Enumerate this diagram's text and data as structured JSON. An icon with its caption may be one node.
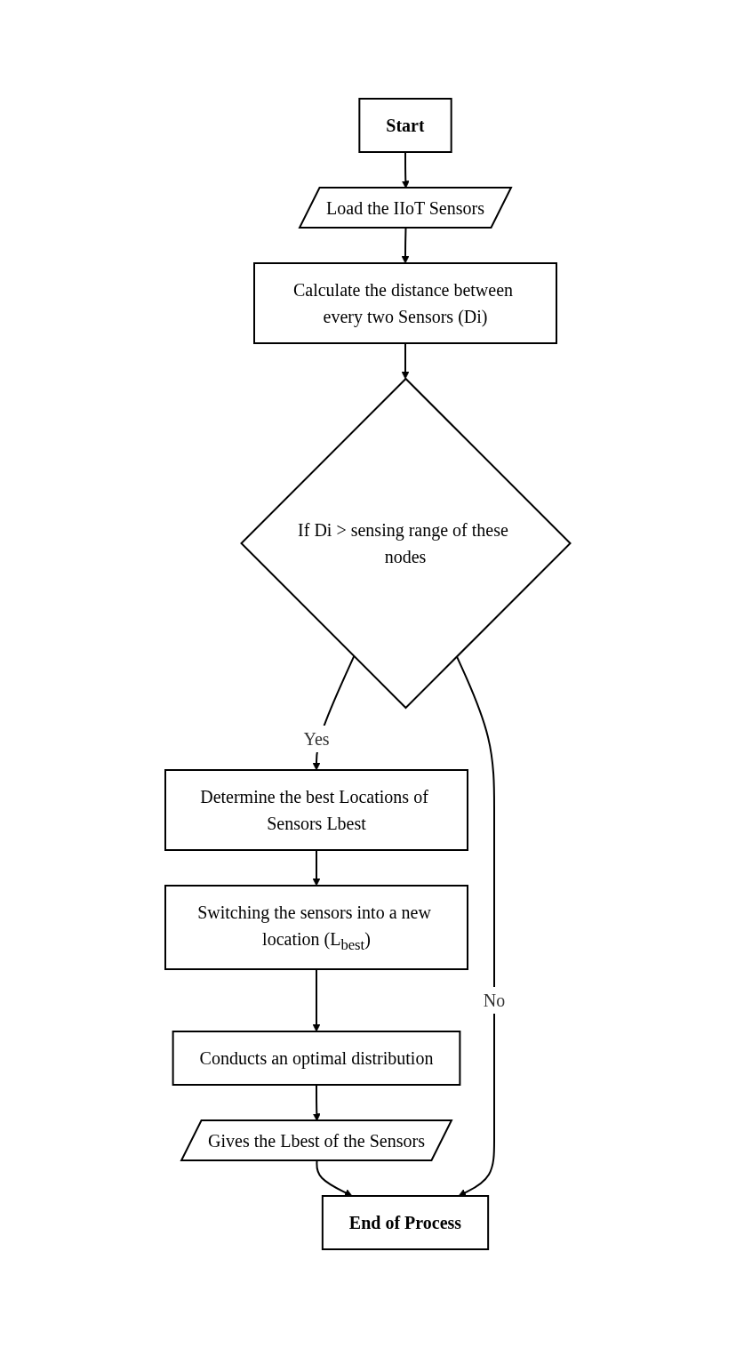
{
  "diagram": {
    "nodes": [
      {
        "text": [
          "Start"
        ]
      },
      {
        "text": [
          "Load the IIoT Sensors"
        ]
      },
      {
        "text": [
          "Calculate the distance between every two Sensors (Di)"
        ]
      },
      {
        "text": [
          "If Di > sensing range of these nodes"
        ]
      },
      {
        "text": [
          "Determine the best Locations of Sensors Lbest"
        ]
      },
      {
        "text": [
          "Switching the sensors into a new location (L$_{best}$)"
        ]
      },
      {
        "text": [
          "Conducts an optimal distribution"
        ]
      },
      {
        "text": [
          "Gives the Lbest of the Sensors"
        ]
      },
      {
        "text": [
          "End of Process"
        ]
      }
    ],
    "edges": [
      {
        "from": 0,
        "to": 1,
        "arrow": "to"
      },
      {
        "from": 1,
        "to": 2,
        "arrow": "to"
      },
      {
        "from": 2,
        "to": 3,
        "arrow": "to"
      },
      {
        "from": 3,
        "to": 4,
        "arrow": "to",
        "label": "Yes"
      },
      {
        "from": 4,
        "to": 5,
        "arrow": "to"
      },
      {
        "from": 5,
        "to": 6,
        "arrow": "to"
      },
      {
        "from": 6,
        "to": 7,
        "arrow": "to"
      },
      {
        "from": 7,
        "to": 8,
        "arrow": "to"
      },
      {
        "from": 3,
        "to": 8,
        "arrow": "to",
        "label": "No"
      }
    ]
  }
}
